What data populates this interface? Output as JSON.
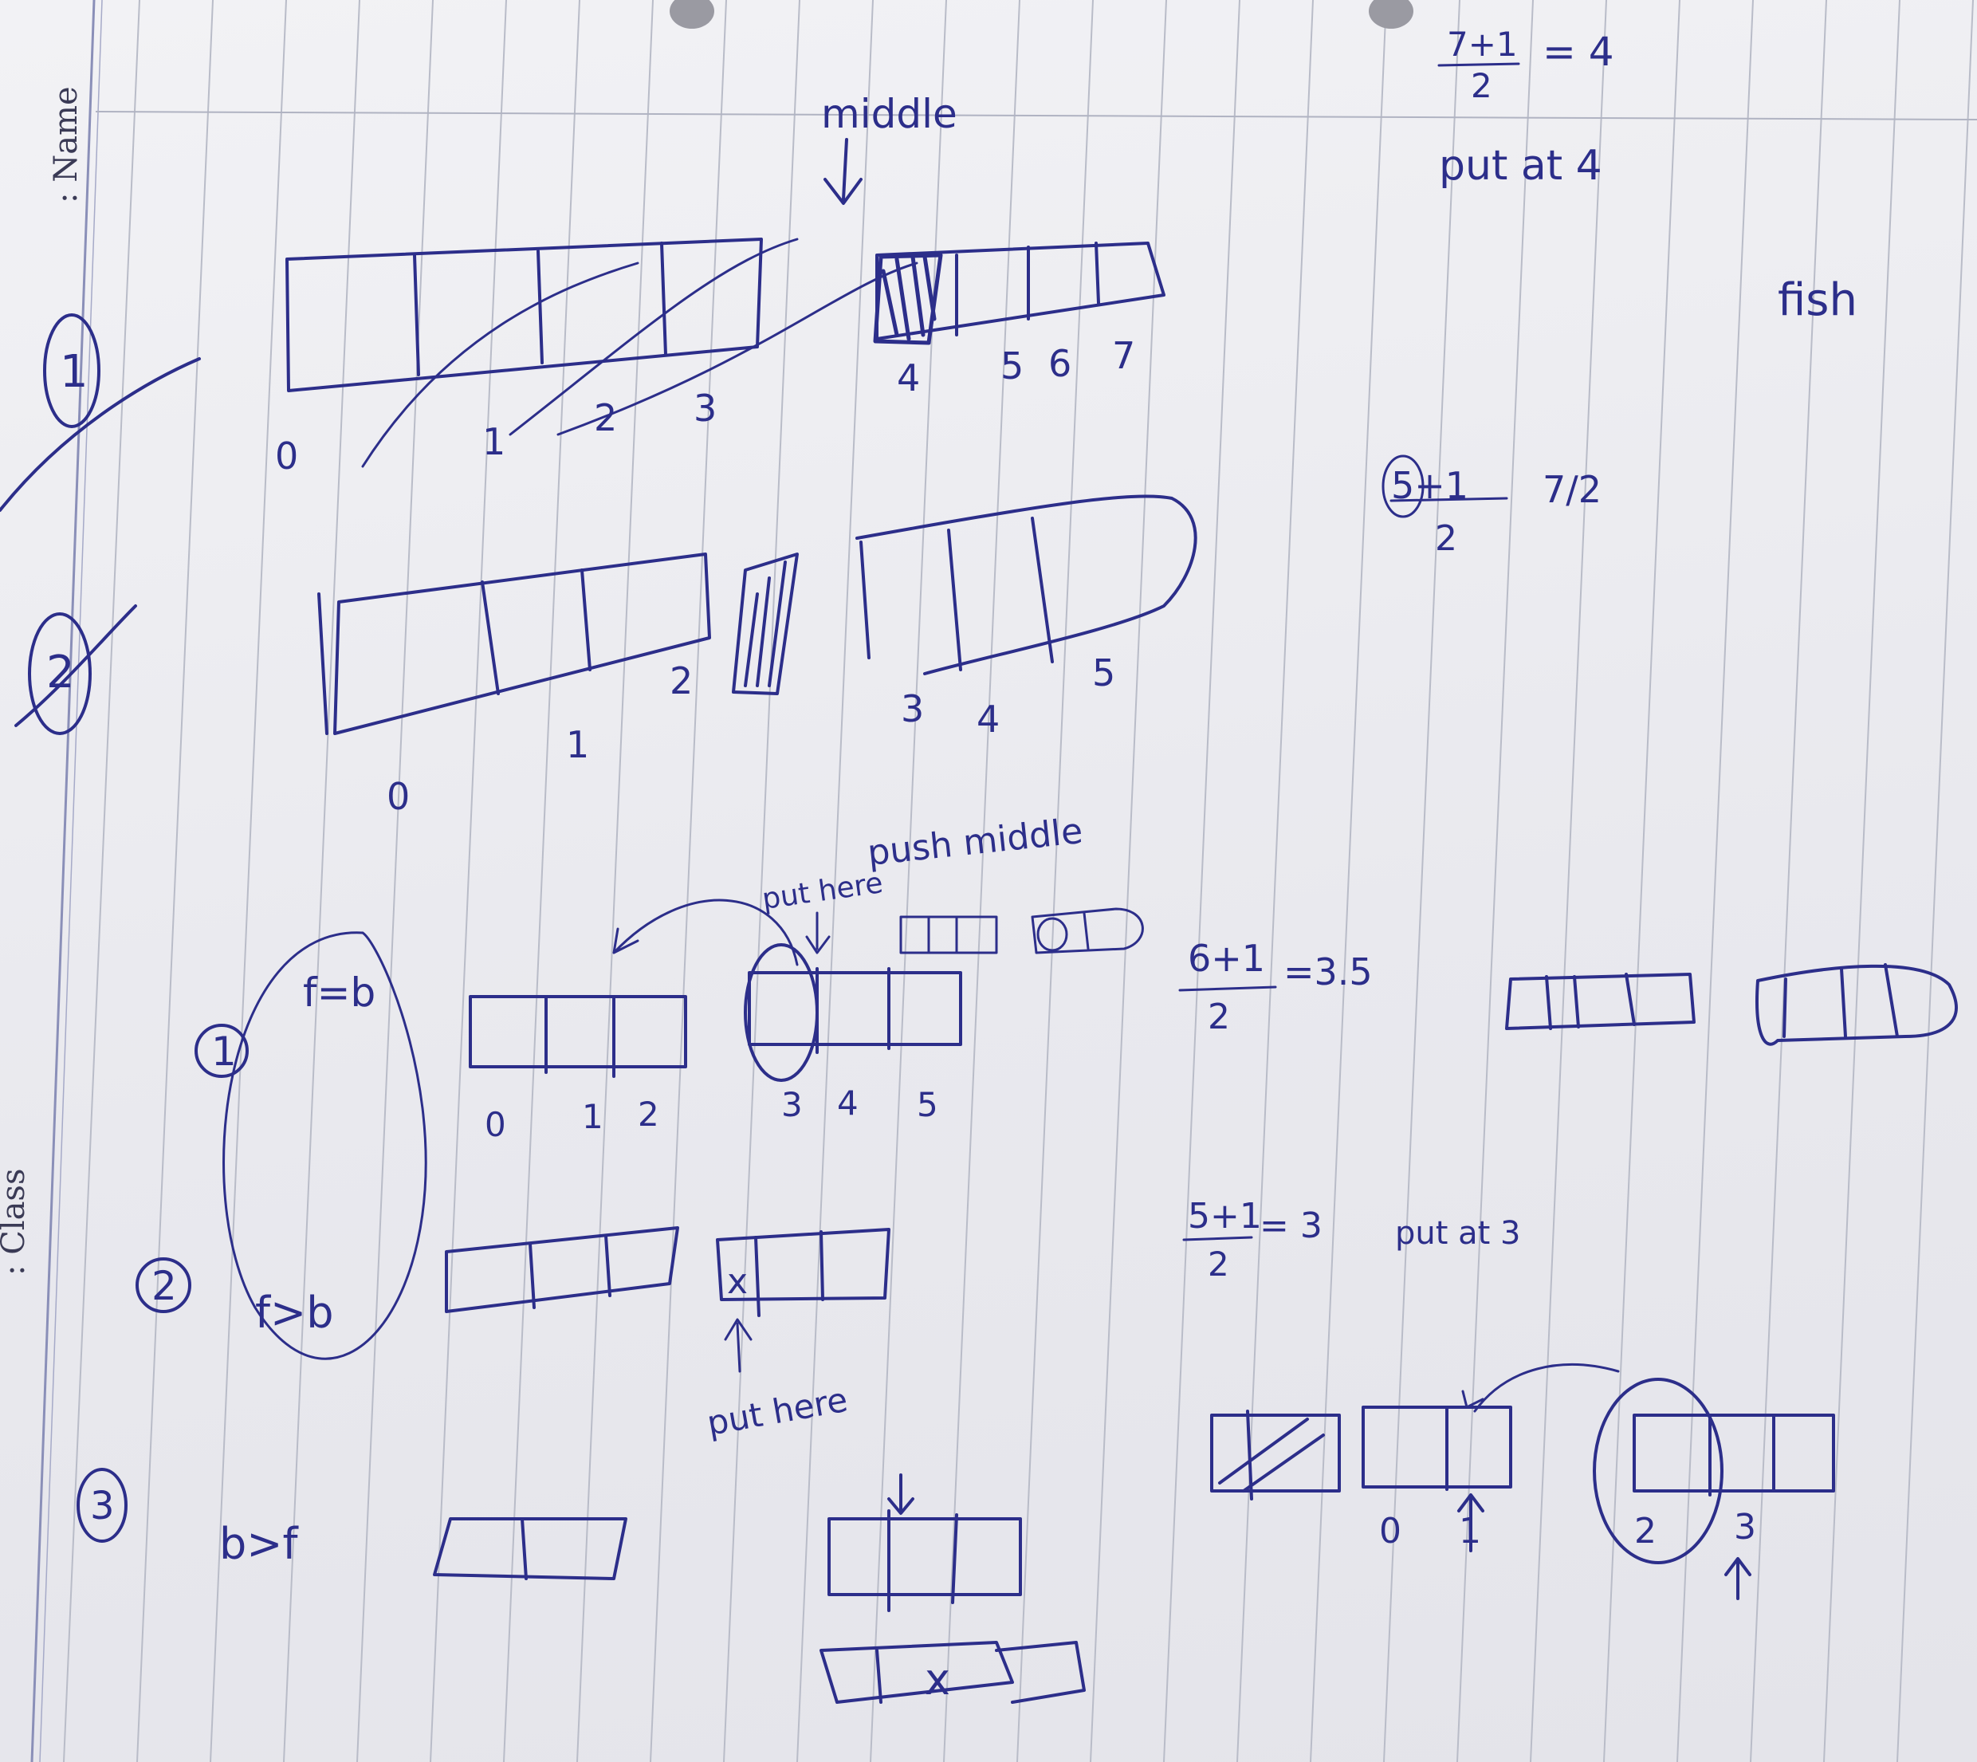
{
  "form": {
    "name_label": ": Name",
    "class_label": ": Class"
  },
  "notes": {
    "top_formula": "7+1",
    "top_formula_den": "2",
    "top_formula_result": "= 4",
    "put_at": "put at 4",
    "fish": "fish",
    "middle": "middle",
    "row1_indices": [
      "0",
      "1",
      "2",
      "3",
      "4",
      "5",
      "6",
      "7"
    ],
    "formula2_num": "5+1",
    "formula2_den": "2",
    "formula2_right": "7/2",
    "row2_indices": [
      "0",
      "1",
      "2",
      "3",
      "4",
      "5"
    ],
    "push_middle": "push middle",
    "put_here_top": "put here",
    "case1_marker": "1",
    "case1_text": "f=b",
    "case1_indices": [
      "0",
      "1",
      "2",
      "3",
      "4",
      "5"
    ],
    "formula3_num": "6+1",
    "formula3_den": "2",
    "formula3_result": "=3.5",
    "case2_marker": "2",
    "case2_text": "f>b",
    "case2_cell": "x",
    "put_here_bottom": "put here",
    "formula4_num": "5+1",
    "formula4_den": "2",
    "formula4_result": "= 3",
    "formula4_note": "put at 3",
    "case3_marker": "3",
    "case3_text": "b>f",
    "case3_cell": "x",
    "bottom_indices": [
      "0",
      "1",
      "2",
      "3"
    ],
    "left_circle_1": "1",
    "left_circle_2": "2"
  },
  "colors": {
    "ink": "#2c2e8a",
    "paper": "#efeff3",
    "rule": "#b9bcc8"
  }
}
